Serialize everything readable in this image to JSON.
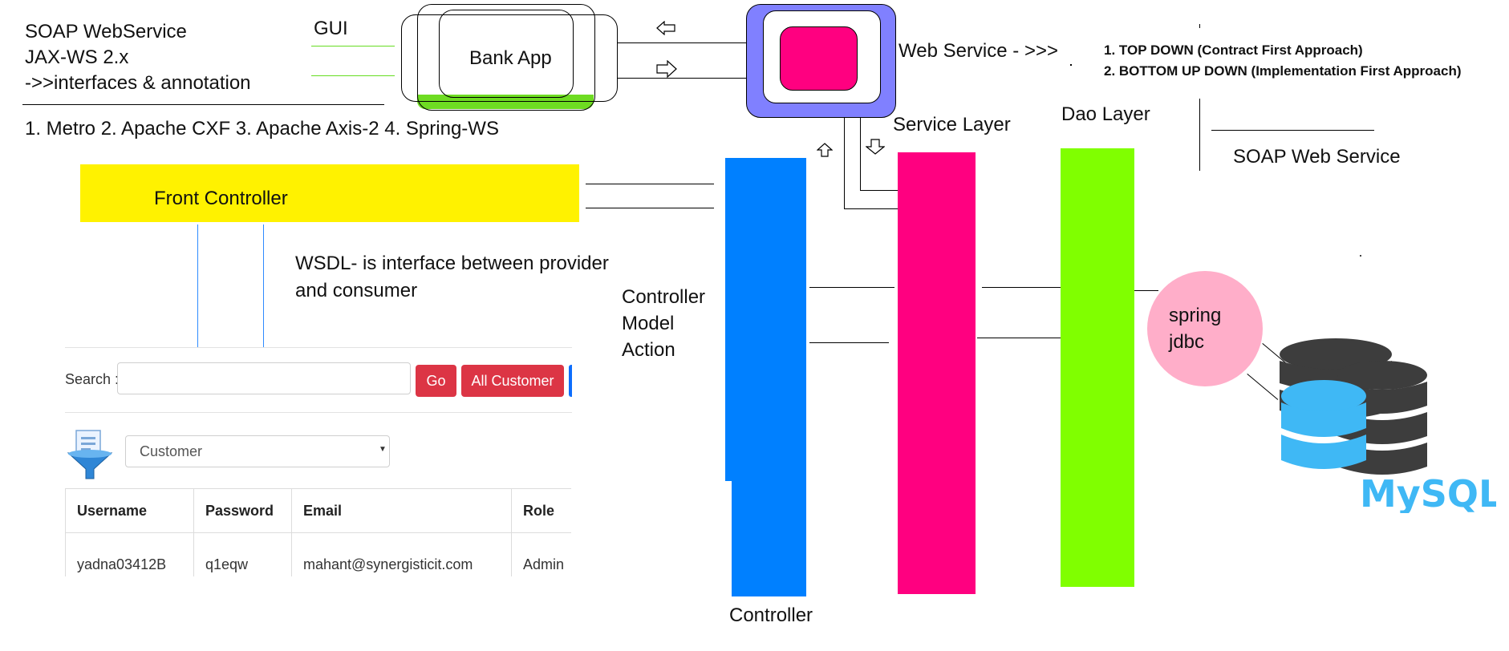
{
  "notes": {
    "line1": "SOAP WebService",
    "line2": "JAX-WS 2.x",
    "line3": "->>interfaces & annotation",
    "frameworks": "1.  Metro  2. Apache CXF  3. Apache Axis-2   4. Spring-WS"
  },
  "gui_label": "GUI",
  "bank_app_label": "Bank App",
  "web_service_label": "Web Service  - >>>",
  "approaches": {
    "item1": "1. TOP DOWN (Contract First Approach)",
    "item2": "2. BOTTOM UP DOWN (Implementation First Approach)"
  },
  "soap_web_service_label": "SOAP Web Service",
  "service_layer_label": "Service Layer",
  "dao_layer_label": "Dao Layer",
  "front_controller_label": "Front Controller",
  "wsdl_note": {
    "line1": "WSDL- is interface between provider",
    "line2": "and consumer"
  },
  "cma_label": {
    "line1": "Controller",
    "line2": "Model",
    "line3": "Action"
  },
  "controller_label": "Controller",
  "spring_jdbc": {
    "line1": "spring",
    "line2": "jdbc"
  },
  "mysql_label": "MySQL",
  "ui": {
    "search_label": "Search :",
    "search_value": "",
    "go_label": "Go",
    "all_customer_label": "All Customer",
    "role_select_value": "Customer",
    "table_headers": [
      "Username",
      "Password",
      "Email",
      "Role"
    ],
    "table_rows": [
      [
        "yadna03412B",
        "q1eqw",
        "mahant@synergisticit.com",
        "Admin"
      ]
    ]
  },
  "colors": {
    "front_controller": "#fff200",
    "controller": "#0080ff",
    "service": "#ff0080",
    "dao": "#80ff00",
    "web_service_outer": "#8080ff",
    "spring_jdbc": "#ffaec9",
    "mysql_blue": "#3fb8f5",
    "mysql_gray": "#3d3d3d",
    "button_red": "#dc3545"
  }
}
